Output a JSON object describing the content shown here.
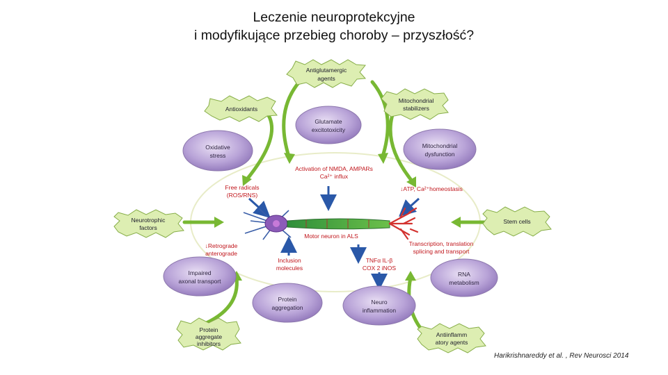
{
  "title": {
    "line1": "Leczenie neuroprotekcyjne",
    "line2": "i modyfikujące przebieg choroby – przyszłość?"
  },
  "citation": "Harikrishnareddy et al. , Rev Neurosci 2014",
  "diagram": {
    "center": "Motor neuron in ALS",
    "ovals": {
      "glutamate": [
        "Glutamate",
        "excitotoxicity"
      ],
      "oxidative": [
        "Oxidative",
        "stress"
      ],
      "mito": [
        "Mitochondrial",
        "dysfunction"
      ],
      "axonal": [
        "Impaired",
        "axonal transport"
      ],
      "protein": [
        "Protein",
        "aggregation"
      ],
      "neuroinfl": [
        "Neuro",
        "inflammation"
      ],
      "rna": [
        "RNA",
        "metabolism"
      ]
    },
    "therapies": {
      "antiglut": [
        "Antiglutamergic",
        "agents"
      ],
      "antiox": [
        "Antioxidants"
      ],
      "mitostab": [
        "Mitochondrial",
        "stabilizers"
      ],
      "neurotrophic": [
        "Neurotrophic",
        "factors"
      ],
      "stemcells": [
        "Stem cells"
      ],
      "proteinagg": [
        "Protein",
        "aggregate",
        "inhibitors"
      ],
      "antiinfl": [
        "Antiinflamm",
        "atory agents"
      ]
    },
    "mechanisms": {
      "nmda": [
        "Activation of NMDA, AMPARs",
        "Ca²⁺ influx"
      ],
      "freerad": [
        "Free radicals",
        "(ROS/RNS)"
      ],
      "atp": [
        "↓ATP, Ca²⁺homeostasis"
      ],
      "retro": [
        "↓Retrograde",
        "anterograde"
      ],
      "inclusion": [
        "Inclusion",
        "molecules"
      ],
      "tnf": [
        "TNFα IL-β",
        "COX 2 iNOS"
      ],
      "transcription": [
        "Transcription, translation",
        "splicing and transport"
      ]
    }
  }
}
